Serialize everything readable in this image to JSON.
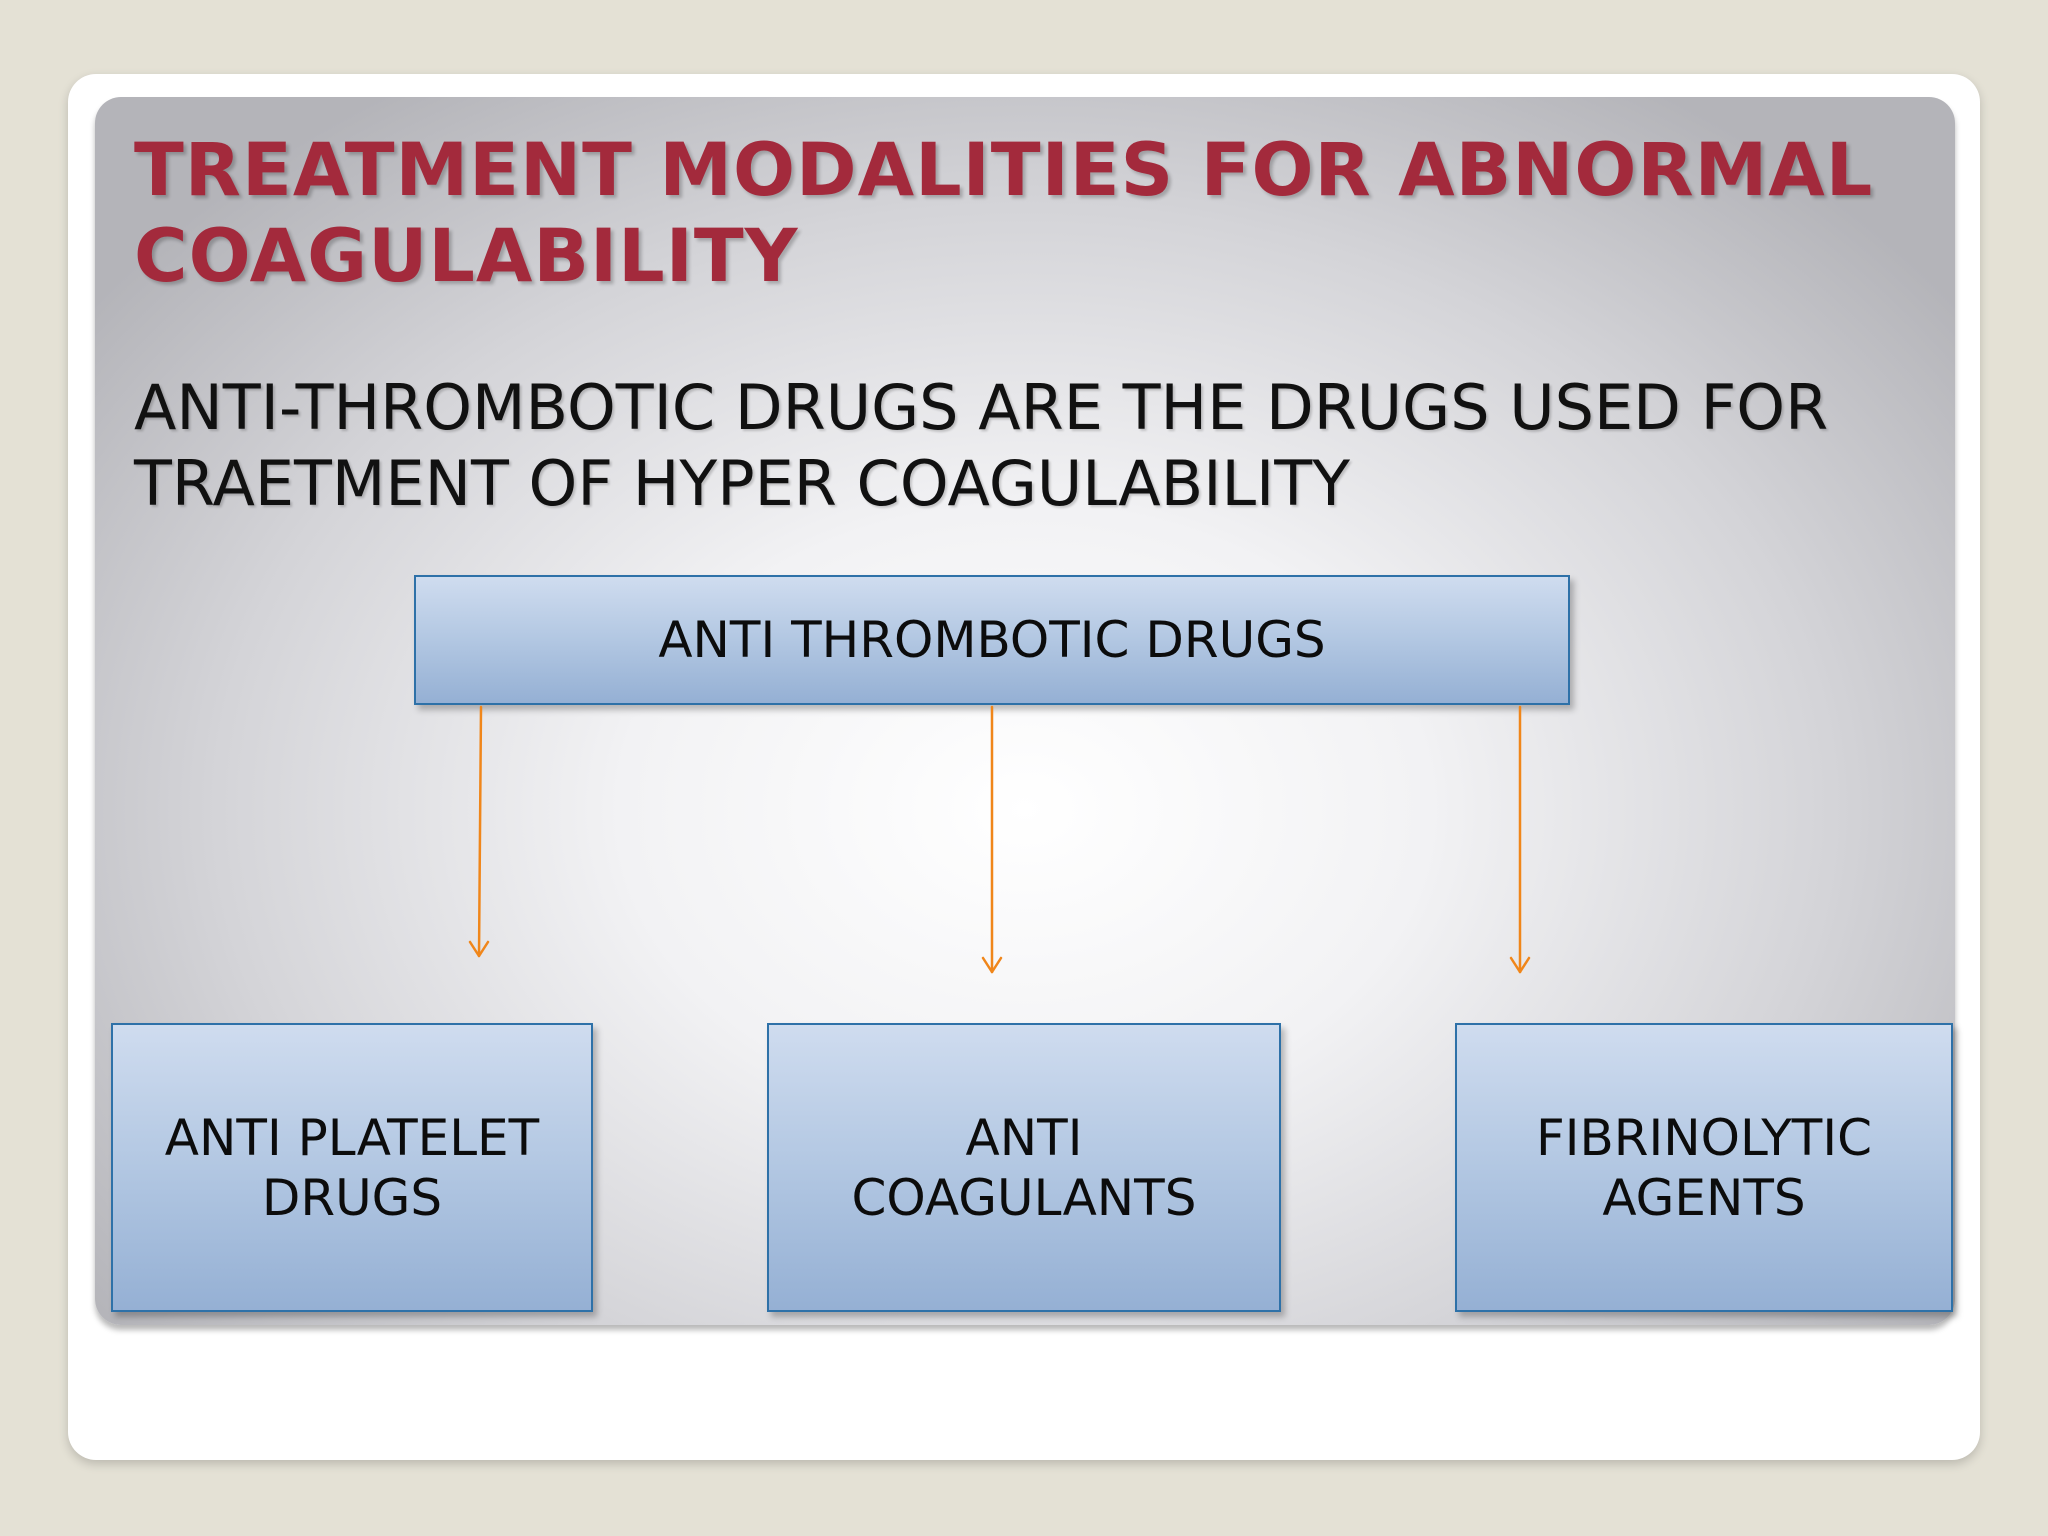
{
  "slide": {
    "title": "TREATMENT MODALITIES FOR ABNORMAL COAGULABILITY",
    "subtitle": "ANTI-THROMBOTIC DRUGS ARE THE DRUGS USED FOR TRAETMENT OF HYPER COAGULABILITY"
  },
  "diagram": {
    "root": "ANTI THROMBOTIC DRUGS",
    "children": [
      "ANTI PLATELET DRUGS",
      "ANTI COAGULANTS",
      "FIBRINOLYTIC AGENTS"
    ]
  },
  "colors": {
    "title": "#a32a3c",
    "box_border": "#2e71a8",
    "arrow": "#f0861a"
  }
}
